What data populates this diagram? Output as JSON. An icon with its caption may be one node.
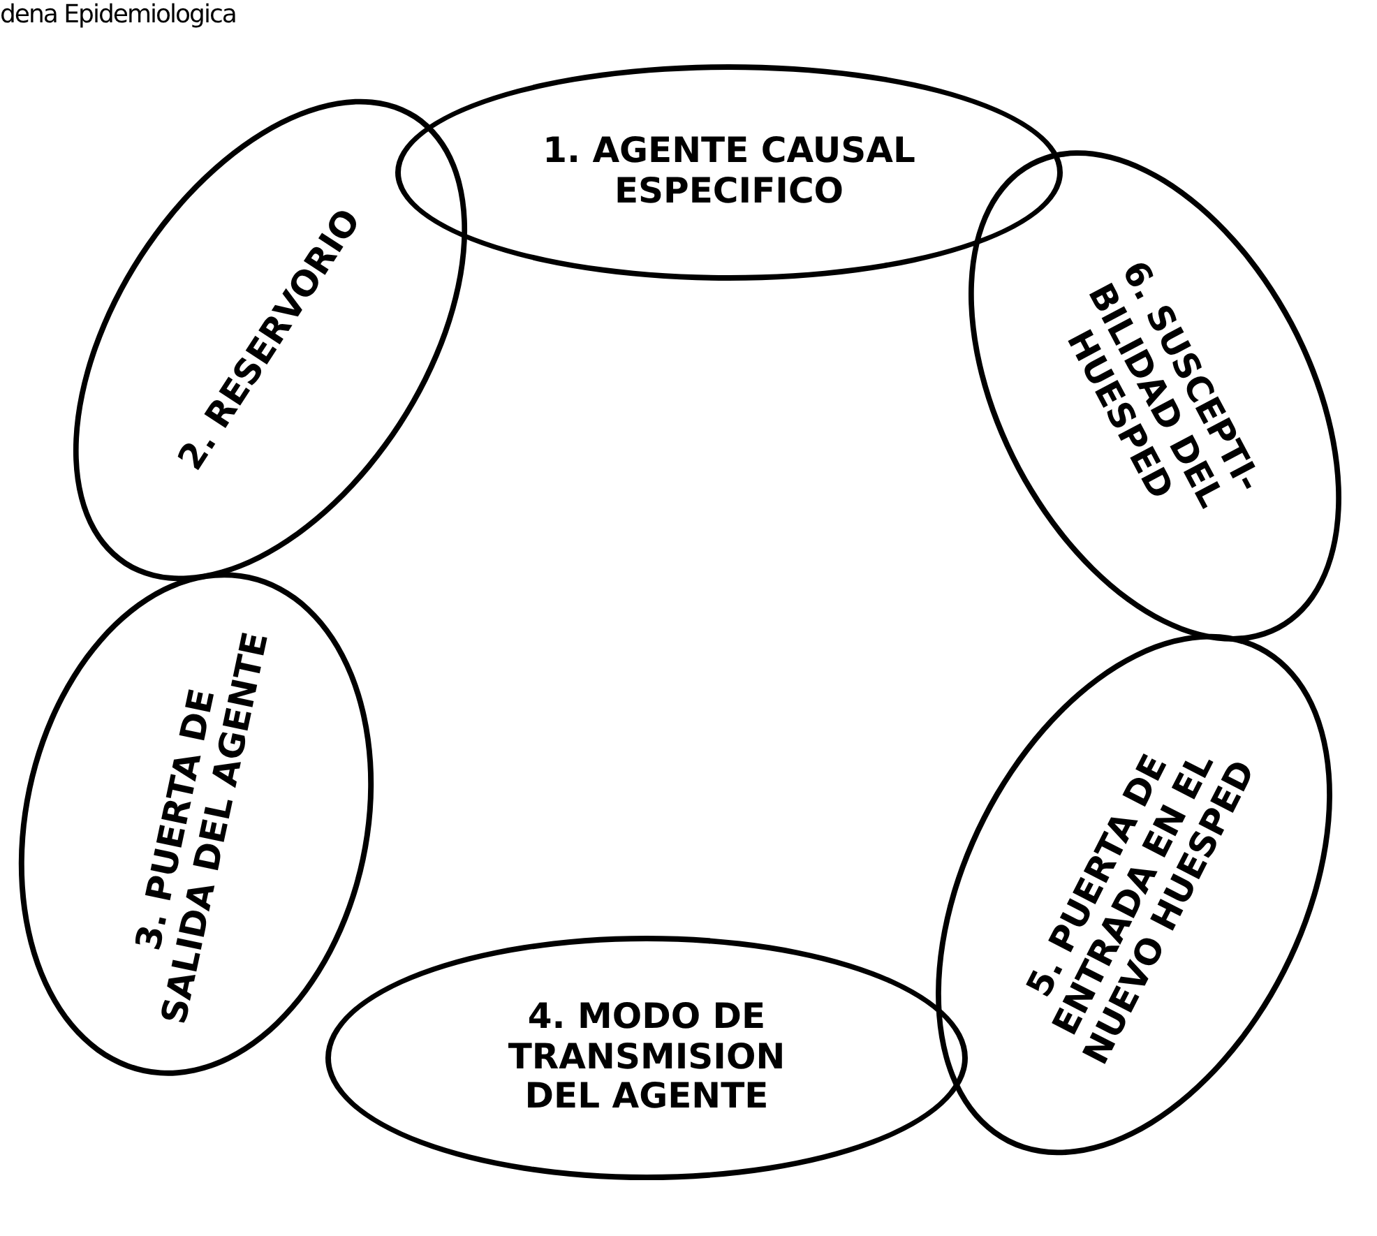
{
  "diagram": {
    "title": "dena Epidemiologica",
    "nodes": [
      {
        "text": [
          "1. AGENTE CAUSAL ESPECIFICO"
        ]
      },
      {
        "text": [
          "2. RESERVORIO"
        ]
      },
      {
        "text": [
          "3. PUERTA DE SALIDA DEL AGENTE"
        ]
      },
      {
        "text": [
          "4. MODO DE TRANSMISION DEL AGENTE"
        ]
      },
      {
        "text": [
          "5. PUERTA DE ENTRADA EN EL NUEVO HUESPED"
        ]
      },
      {
        "text": [
          "6. SUSCEPTI- BILIDAD DEL HUESPED"
        ]
      }
    ],
    "edges": []
  }
}
